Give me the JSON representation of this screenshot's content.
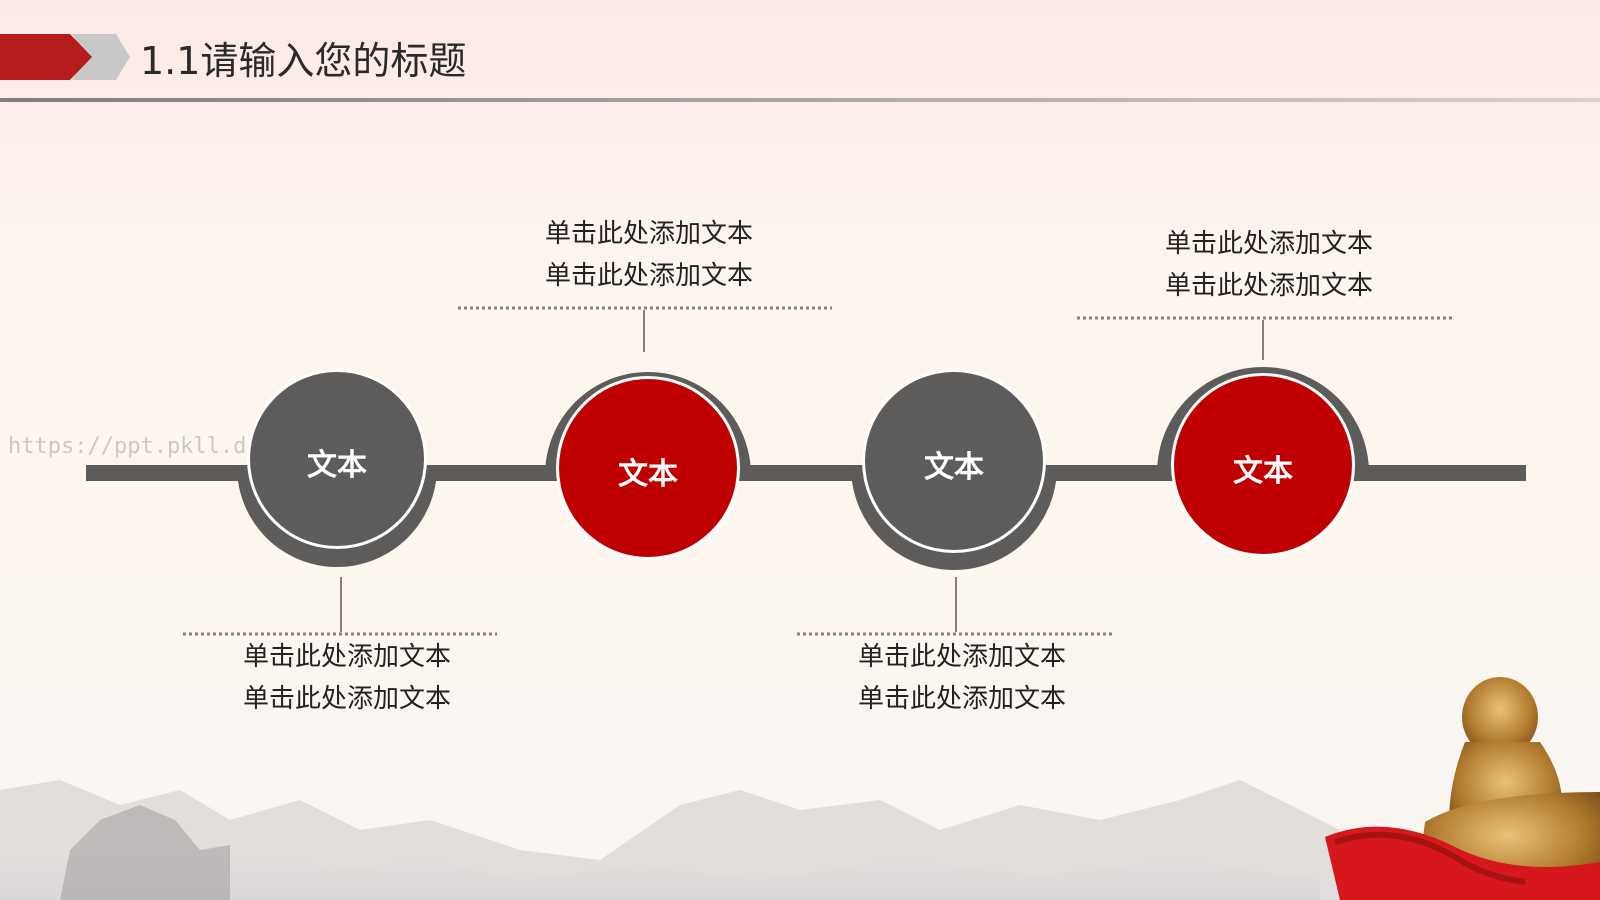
{
  "header": {
    "title": "1.1请输入您的标题"
  },
  "watermark": "https://ppt.pkll.de",
  "nodes": [
    {
      "label": "文本",
      "style": "gray"
    },
    {
      "label": "文本",
      "style": "red"
    },
    {
      "label": "文本",
      "style": "gray"
    },
    {
      "label": "文本",
      "style": "red"
    }
  ],
  "captions": [
    {
      "line1": "单击此处添加文本",
      "line2": "单击此处添加文本"
    },
    {
      "line1": "单击此处添加文本",
      "line2": "单击此处添加文本"
    },
    {
      "line1": "单击此处添加文本",
      "line2": "单击此处添加文本"
    },
    {
      "line1": "单击此处添加文本",
      "line2": "单击此处添加文本"
    }
  ],
  "colors": {
    "red": "#c00000",
    "gray": "#5e5b5b",
    "dark_red": "#a51a1a"
  }
}
